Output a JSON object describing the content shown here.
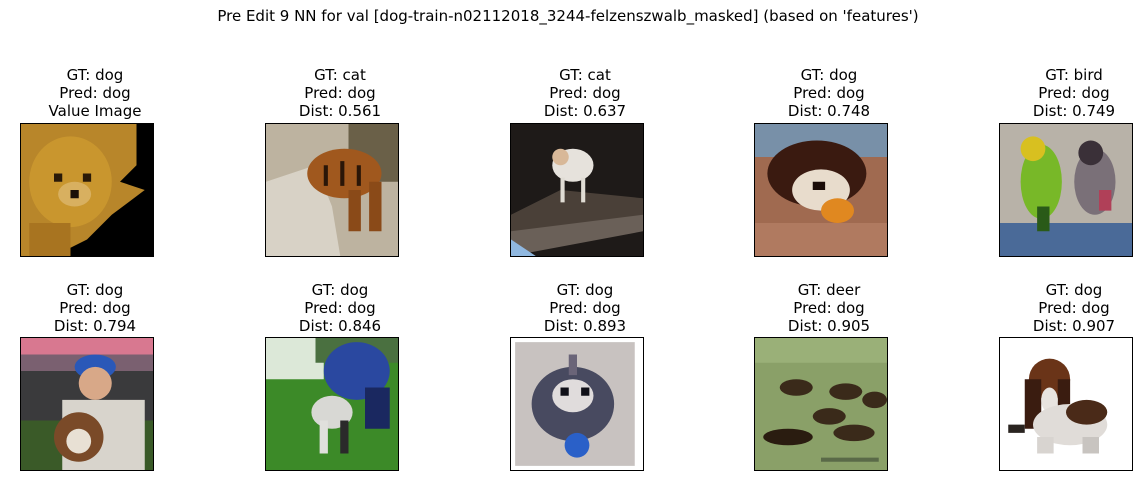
{
  "title": "Pre Edit 9 NN for val [dog-train-n02112018_3244-felzenszwalb_masked] (based on 'features')",
  "tiles": [
    {
      "lines": [
        "GT: dog",
        "Pred: dog",
        "Value Image"
      ],
      "image": "pomeranian-dog-masked"
    },
    {
      "lines": [
        "GT: cat",
        "Pred: dog",
        "Dist: 0.561"
      ],
      "image": "tiger-on-rock"
    },
    {
      "lines": [
        "GT: cat",
        "Pred: dog",
        "Dist: 0.637"
      ],
      "image": "white-cat-dark-room"
    },
    {
      "lines": [
        "GT: dog",
        "Pred: dog",
        "Dist: 0.748"
      ],
      "image": "saint-bernard-with-toy"
    },
    {
      "lines": [
        "GT: bird",
        "Pred: dog",
        "Dist: 0.749"
      ],
      "image": "parrots-on-perch"
    },
    {
      "lines": [
        "GT: dog",
        "Pred: dog",
        "Dist: 0.794"
      ],
      "image": "man-holding-puppy"
    },
    {
      "lines": [
        "GT: dog",
        "Pred: dog",
        "Dist: 0.846"
      ],
      "image": "dog-on-grass-with-person"
    },
    {
      "lines": [
        "GT: dog",
        "Pred: dog",
        "Dist: 0.893"
      ],
      "image": "fluffy-dog-with-ball"
    },
    {
      "lines": [
        "GT: deer",
        "Pred: dog",
        "Dist: 0.905"
      ],
      "image": "deer-resting-in-field"
    },
    {
      "lines": [
        "GT: dog",
        "Pred: dog",
        "Dist: 0.907"
      ],
      "image": "basset-hound-white-bg"
    }
  ]
}
